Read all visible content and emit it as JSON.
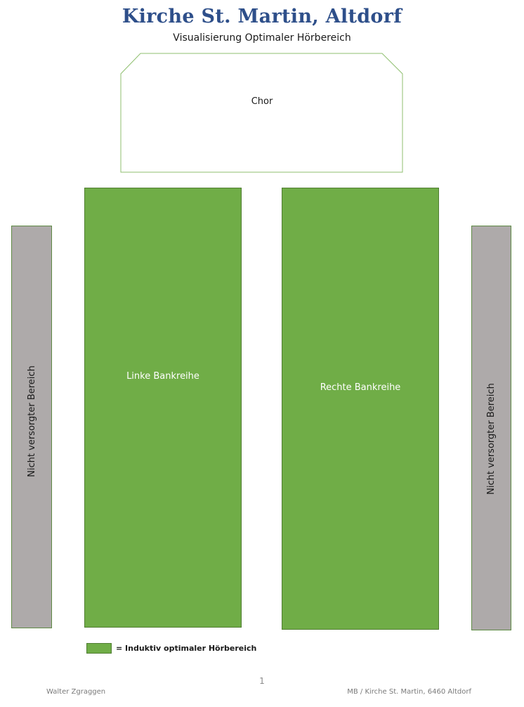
{
  "document": {
    "title": "Kirche St. Martin, Altdorf",
    "subtitle": "Visualisierung Optimaler Hörbereich"
  },
  "diagram": {
    "choir_label": "Chor",
    "left_pews_label": "Linke Bankreihe",
    "right_pews_label": "Rechte Bankreihe",
    "left_unserved_label": "Nicht versorgter Bereich",
    "right_unserved_label": "Nicht versorgter Bereich",
    "colors": {
      "optimal_area": "#70ad47",
      "unserved_area": "#aeaaaa",
      "title": "#2e4f8a"
    }
  },
  "legend": {
    "label": "= Induktiv optimaler Hörbereich"
  },
  "footer": {
    "page_number": "1",
    "author": "Walter Zgraggen",
    "reference": "MB / Kirche St. Martin, 6460 Altdorf"
  }
}
